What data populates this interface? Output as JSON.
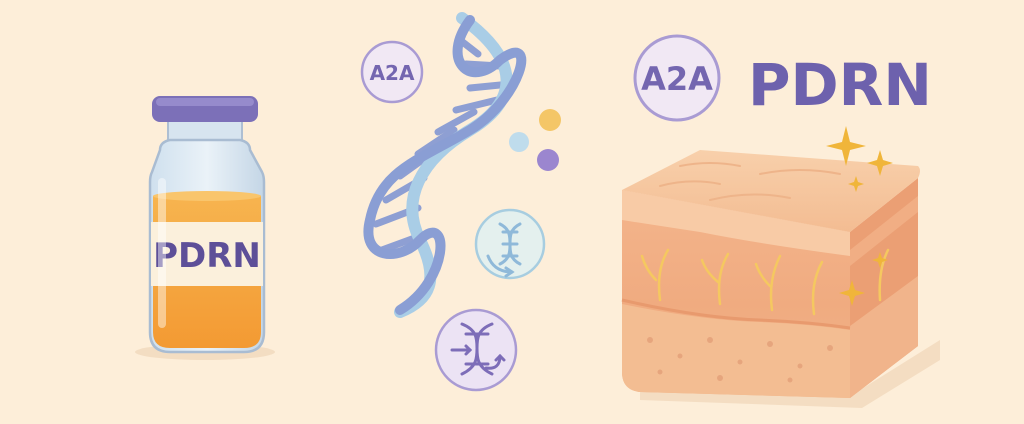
{
  "vial": {
    "label": "PDRN"
  },
  "dna_badge": {
    "label": "A2A"
  },
  "skin_badge": {
    "label": "A2A"
  },
  "headline": {
    "text": "PDRN"
  },
  "colors": {
    "background": "#fdeed9",
    "purple": "#7b6fb5",
    "dna_blue": "#8fa3d6",
    "orange_liquid": "#f5a53f",
    "skin_top": "#f6c39a",
    "skin_side": "#eea478",
    "sparkle": "#f0b53a"
  },
  "icons": [
    "vial",
    "dna-helix",
    "a2a-badge",
    "molecule-dots",
    "dna-repair-icon",
    "dna-cycle-icon",
    "skin-cross-section",
    "sparkle"
  ]
}
